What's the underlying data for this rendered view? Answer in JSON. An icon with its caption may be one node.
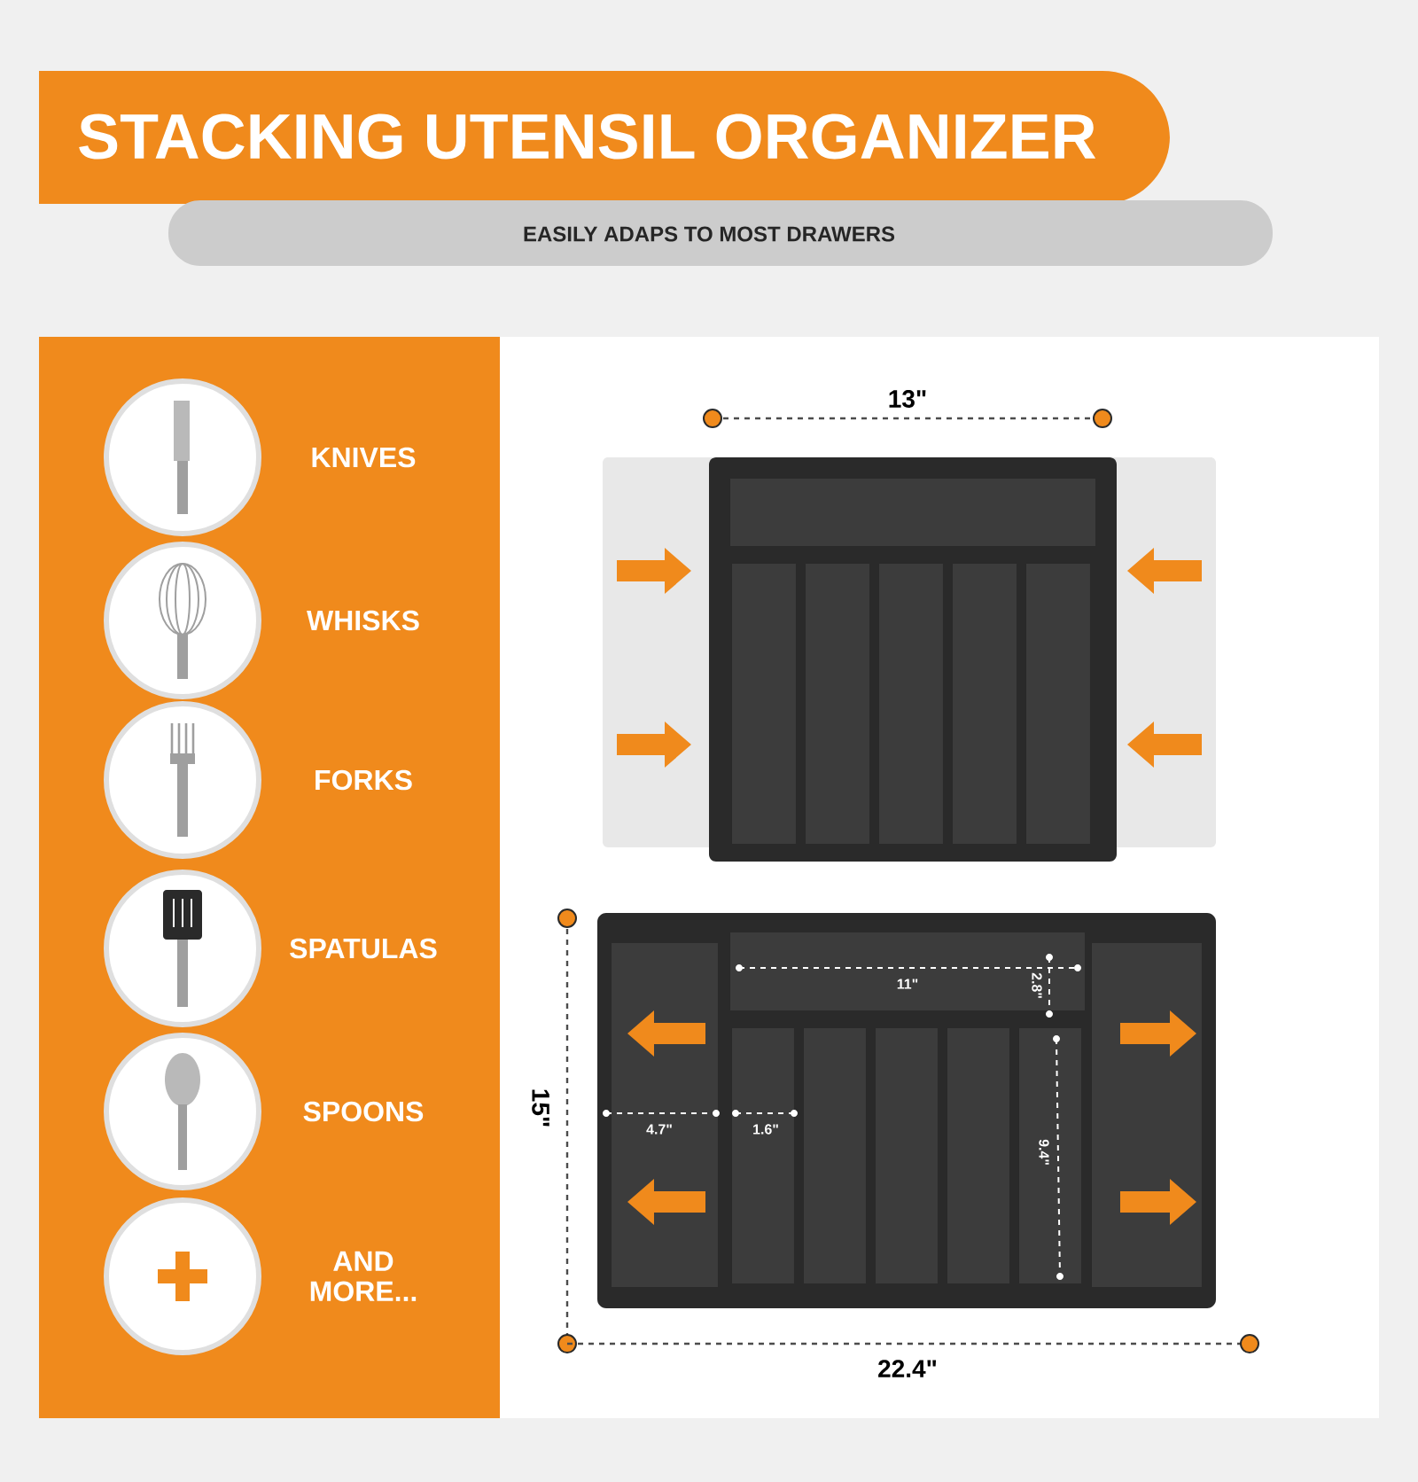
{
  "diagram": {
    "title": "STACKING UTENSIL ORGANIZER",
    "nodes": [
      {
        "text": [],
        "shape": "picture",
        "beside": [
          "KNIVES"
        ]
      },
      {
        "text": [],
        "shape": "picture",
        "beside": [
          "WHISKS"
        ]
      },
      {
        "text": [],
        "shape": "picture",
        "beside": [
          "FORKS"
        ]
      },
      {
        "text": [],
        "shape": "picture",
        "beside": [
          "SPATULAS"
        ]
      },
      {
        "text": [],
        "shape": "picture",
        "beside": [
          "SPOONS"
        ]
      },
      {
        "text": [],
        "shape": "picture",
        "beside": [
          "AND MORE..."
        ]
      }
    ],
    "labels": [
      "EASILY ADAPS TO MOST DRAWERS",
      "13\"",
      "11\"",
      "2.8\"",
      "15\"",
      "4.7\"",
      "1.6\"",
      "9.4\"",
      "22.4\""
    ]
  }
}
